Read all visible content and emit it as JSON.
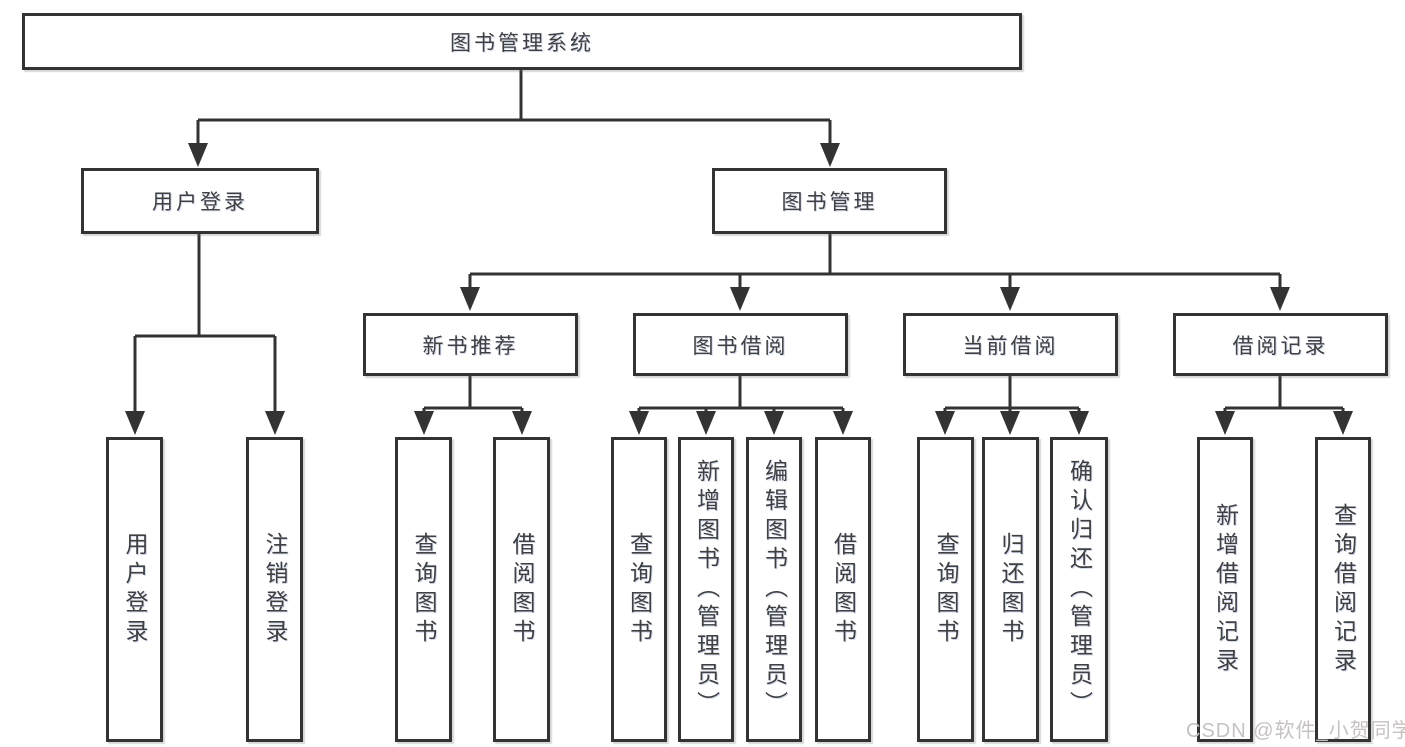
{
  "colors": {
    "background": "#ffffff",
    "box_fill": "#ffffff",
    "box_border": "#333333",
    "line": "#333333",
    "label_text": "#404040",
    "watermark_text": "#c7c2c2"
  },
  "watermark": {
    "text": "CSDN @软件_小贺同学"
  },
  "tree": {
    "root_label": "图书管理系统",
    "children": [
      {
        "label": "用户登录",
        "children": [
          "用户登录",
          "注销登录"
        ]
      },
      {
        "label": "图书管理",
        "children": [
          {
            "label": "新书推荐",
            "children": [
              "查询图书",
              "借阅图书"
            ]
          },
          {
            "label": "图书借阅",
            "children": [
              "查询图书",
              "新增图书（管理员）",
              "编辑图书（管理员）",
              "借阅图书"
            ]
          },
          {
            "label": "当前借阅",
            "children": [
              "查询图书",
              "归还图书",
              "确认归还（管理员）"
            ]
          },
          {
            "label": "借阅记录",
            "children": [
              "新增借阅记录",
              "查询借阅记录"
            ]
          }
        ]
      }
    ]
  }
}
